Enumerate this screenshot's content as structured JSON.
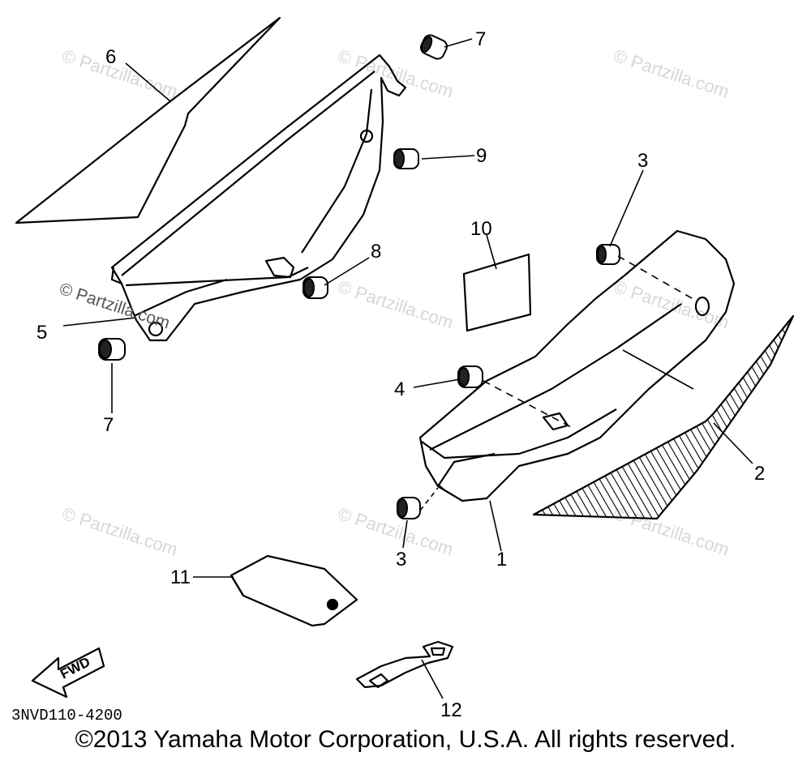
{
  "callouts": {
    "c1": "1",
    "c2": "2",
    "c3a": "3",
    "c3b": "3",
    "c4": "4",
    "c5": "5",
    "c6": "6",
    "c7a": "7",
    "c7b": "7",
    "c8": "8",
    "c9": "9",
    "c10": "10",
    "c11": "11",
    "c12": "12"
  },
  "fwd_label": "FWD",
  "diagram_code": "3NVD110-4200",
  "watermark": "© Partzilla.com",
  "watermark_inline": "© Partzilla.com",
  "copyright": "©2013 Yamaha Motor Corporation, U.S.A. All rights reserved."
}
